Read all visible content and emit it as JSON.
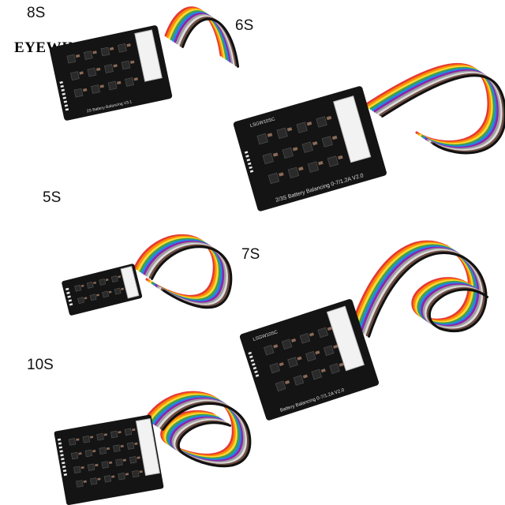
{
  "brand": {
    "name": "EYEWINK"
  },
  "products": [
    {
      "label": "8S",
      "silk": "2S Battery Balancing V3.1"
    },
    {
      "label": "6S",
      "silk": "2/3S Battery Balancing 0-7/1.2A V2.0",
      "code": "LSGW10SC"
    },
    {
      "label": "5S",
      "silk": ""
    },
    {
      "label": "7S",
      "silk": "Battery Balancing 0-7/1.2A V2.0",
      "code": "LSGW10SC"
    },
    {
      "label": "10S",
      "silk": ""
    }
  ],
  "colors": {
    "pcb": "#141414",
    "wires": [
      "#e53935",
      "#fb8c00",
      "#fdd835",
      "#43a047",
      "#1e88e5",
      "#8e24aa",
      "#9e9e9e",
      "#ffffff",
      "#6d4c41",
      "#111111"
    ]
  }
}
